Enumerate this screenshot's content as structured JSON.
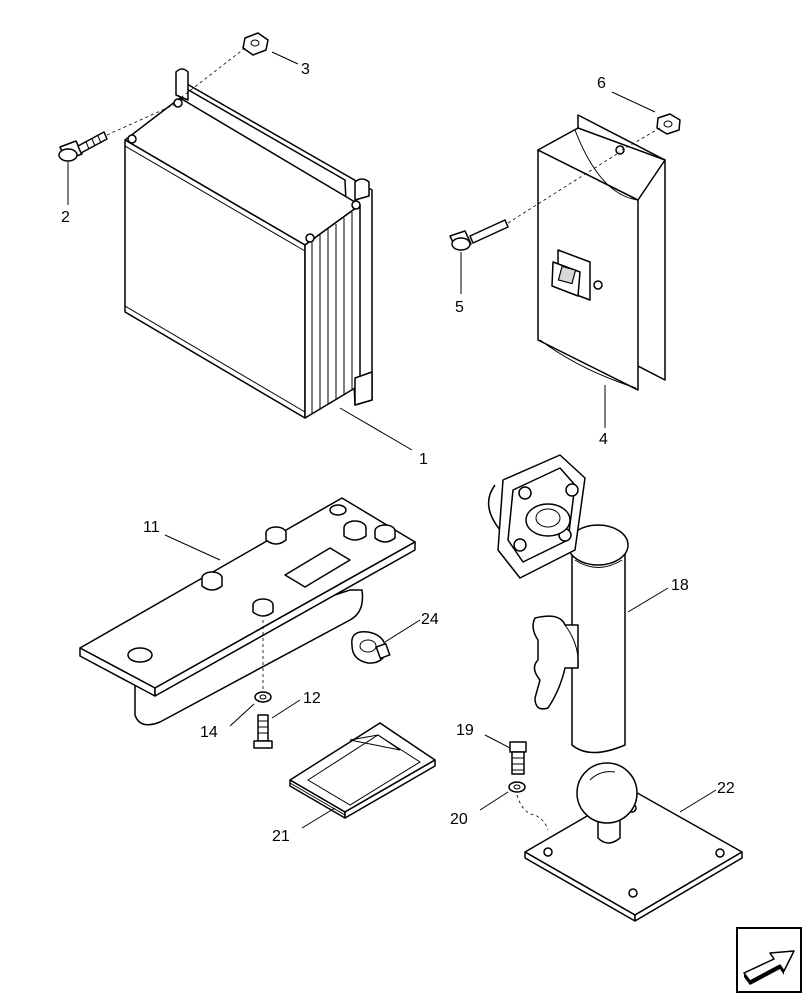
{
  "callouts": {
    "c1": "1",
    "c2": "2",
    "c3": "3",
    "c4": "4",
    "c5": "5",
    "c6": "6",
    "c11": "11",
    "c12": "12",
    "c14": "14",
    "c18": "18",
    "c19": "19",
    "c20": "20",
    "c21": "21",
    "c22": "22",
    "c24": "24"
  },
  "icons": {
    "nav": "next-page-arrow-icon"
  },
  "colors": {
    "line": "#000000",
    "background": "#ffffff",
    "shade": "#d8d8d8"
  }
}
